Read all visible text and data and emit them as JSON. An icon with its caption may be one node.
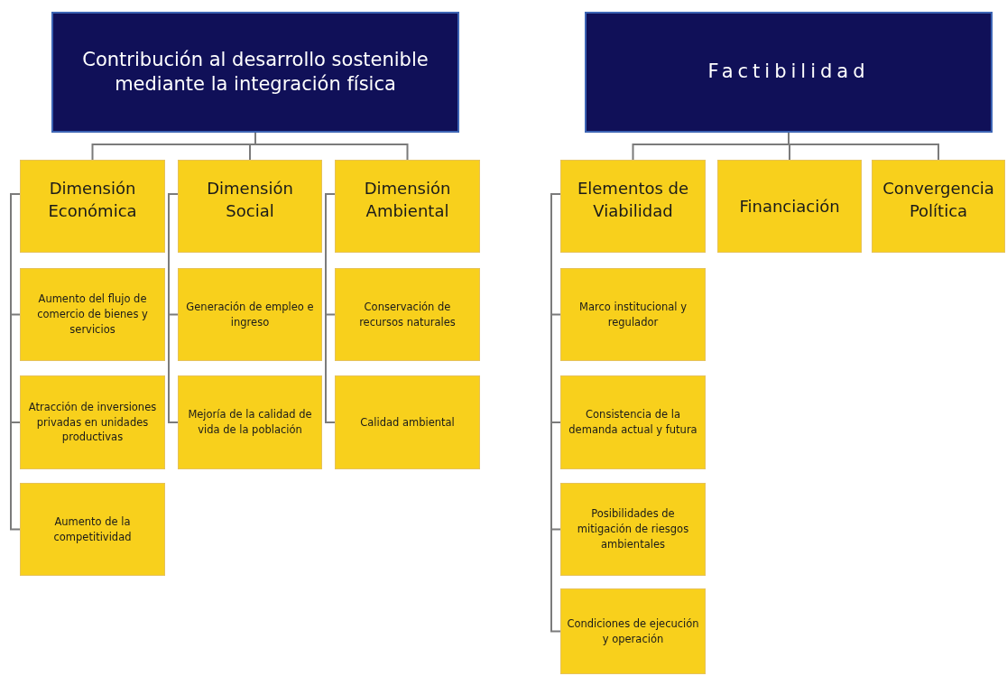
{
  "diagram": {
    "nodes": [
      {
        "text": [
          "Contribución al desarrollo sostenible mediante la integración física"
        ]
      },
      {
        "text": [
          "Dimensión Económica"
        ]
      },
      {
        "text": [
          "Dimensión Social"
        ]
      },
      {
        "text": [
          "Dimensión Ambiental"
        ]
      },
      {
        "text": [
          "Aumento del flujo de comercio de bienes y servicios"
        ]
      },
      {
        "text": [
          "Atracción de inversiones privadas en unidades productivas"
        ]
      },
      {
        "text": [
          "Aumento de la competitividad"
        ]
      },
      {
        "text": [
          "Generación de empleo e ingreso"
        ]
      },
      {
        "text": [
          "Mejoría de la calidad de vida de la población"
        ]
      },
      {
        "text": [
          "Conservación de recursos naturales"
        ]
      },
      {
        "text": [
          "Calidad ambiental"
        ]
      },
      {
        "text": [
          "Factibilidad"
        ]
      },
      {
        "text": [
          "Elementos de Viabilidad"
        ]
      },
      {
        "text": [
          "Financiación"
        ]
      },
      {
        "text": [
          "Convergencia Política"
        ]
      },
      {
        "text": [
          "Marco institucional y regulador"
        ]
      },
      {
        "text": [
          "Consistencia de la demanda actual y futura"
        ]
      },
      {
        "text": [
          "Posibilidades de mitigación de riesgos ambientales"
        ]
      },
      {
        "text": [
          "Condiciones de ejecución y operación"
        ]
      }
    ],
    "edges": [
      {
        "from": 0,
        "to": 1,
        "arrow": "none"
      },
      {
        "from": 0,
        "to": 2,
        "arrow": "none"
      },
      {
        "from": 0,
        "to": 3,
        "arrow": "none"
      },
      {
        "from": 1,
        "to": 4,
        "arrow": "none"
      },
      {
        "from": 1,
        "to": 5,
        "arrow": "none"
      },
      {
        "from": 1,
        "to": 6,
        "arrow": "none"
      },
      {
        "from": 2,
        "to": 7,
        "arrow": "none"
      },
      {
        "from": 2,
        "to": 8,
        "arrow": "none"
      },
      {
        "from": 3,
        "to": 9,
        "arrow": "none"
      },
      {
        "from": 3,
        "to": 10,
        "arrow": "none"
      },
      {
        "from": 11,
        "to": 12,
        "arrow": "none"
      },
      {
        "from": 11,
        "to": 13,
        "arrow": "none"
      },
      {
        "from": 11,
        "to": 14,
        "arrow": "none"
      },
      {
        "from": 12,
        "to": 15,
        "arrow": "none"
      },
      {
        "from": 12,
        "to": 16,
        "arrow": "none"
      },
      {
        "from": 12,
        "to": 17,
        "arrow": "none"
      },
      {
        "from": 12,
        "to": 18,
        "arrow": "none"
      }
    ]
  }
}
